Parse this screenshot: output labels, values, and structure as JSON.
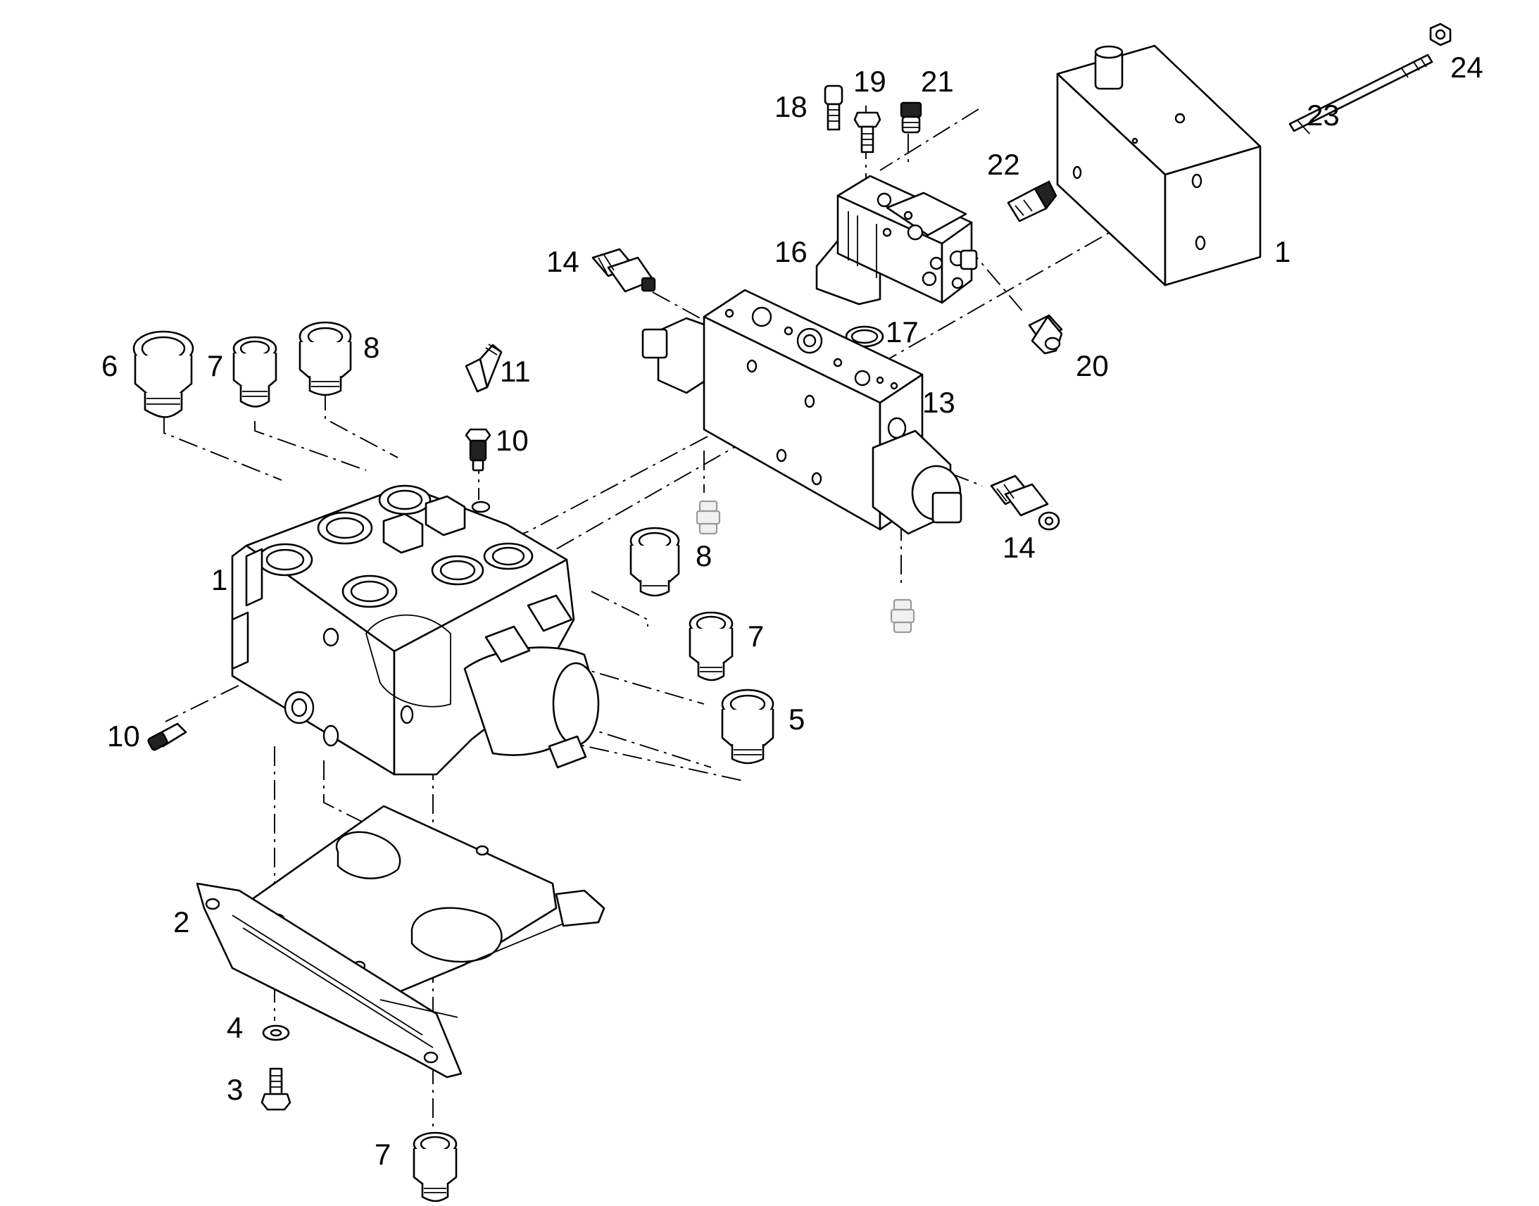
{
  "diagram": {
    "callouts": [
      {
        "id": "c1-block",
        "text": "1"
      },
      {
        "id": "c1-plate",
        "text": "1"
      },
      {
        "id": "c2",
        "text": "2"
      },
      {
        "id": "c3",
        "text": "3"
      },
      {
        "id": "c4",
        "text": "4"
      },
      {
        "id": "c5",
        "text": "5"
      },
      {
        "id": "c6",
        "text": "6"
      },
      {
        "id": "c7-top",
        "text": "7"
      },
      {
        "id": "c7-right",
        "text": "7"
      },
      {
        "id": "c7-bottom",
        "text": "7"
      },
      {
        "id": "c8-top",
        "text": "8"
      },
      {
        "id": "c8-mid",
        "text": "8"
      },
      {
        "id": "c10-top",
        "text": "10"
      },
      {
        "id": "c10-left",
        "text": "10"
      },
      {
        "id": "c11",
        "text": "11"
      },
      {
        "id": "c13",
        "text": "13"
      },
      {
        "id": "c14-top",
        "text": "14"
      },
      {
        "id": "c14-bottom",
        "text": "14"
      },
      {
        "id": "c16",
        "text": "16"
      },
      {
        "id": "c17",
        "text": "17"
      },
      {
        "id": "c18",
        "text": "18"
      },
      {
        "id": "c19",
        "text": "19"
      },
      {
        "id": "c20",
        "text": "20"
      },
      {
        "id": "c21",
        "text": "21"
      },
      {
        "id": "c22",
        "text": "22"
      },
      {
        "id": "c23",
        "text": "23"
      },
      {
        "id": "c24",
        "text": "24"
      }
    ],
    "colors": {
      "line": "#000000",
      "background": "#ffffff",
      "ghost": "#9a9a9a"
    }
  }
}
